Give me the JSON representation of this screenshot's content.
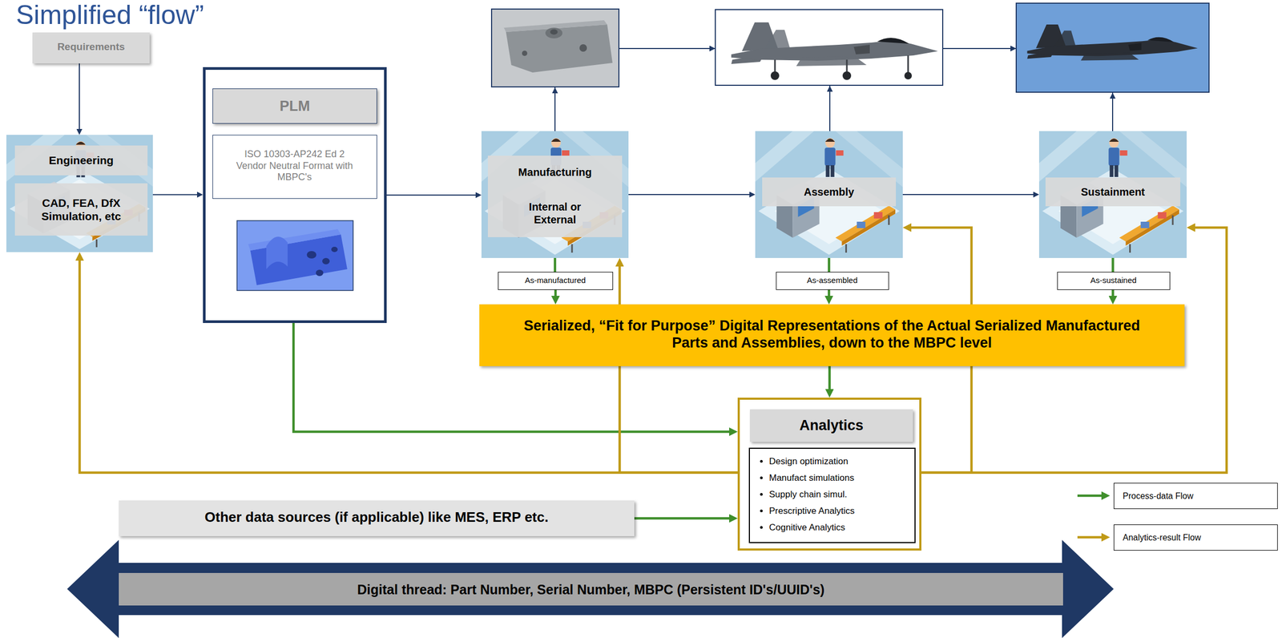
{
  "diagram": {
    "title": "Simplified “flow”",
    "nodes": [
      {
        "text": [
          "Requirements"
        ]
      },
      {
        "text": [
          "Engineering",
          "CAD, FEA, DfX Simulation, etc"
        ]
      },
      {
        "text": [
          "PLM"
        ]
      },
      {
        "text": [
          "ISO 10303-AP242 Ed 2 Vendor Neutral Format with MBPC's"
        ],
        "in": 2
      },
      {
        "text": [
          "Manufacturing",
          "Internal or External"
        ]
      },
      {
        "text": [
          "Assembly"
        ]
      },
      {
        "text": [
          "Sustainment"
        ]
      },
      {
        "text": [
          "As-manufactured"
        ]
      },
      {
        "text": [
          "As-assembled"
        ]
      },
      {
        "text": [
          "As-sustained"
        ]
      },
      {
        "text": [
          "Serialized, “Fit for Purpose” Digital Representations of the Actual Serialized Manufactured Parts and Assemblies, down to the MBPC level"
        ]
      },
      {
        "text": [
          "Analytics"
        ]
      },
      {
        "text": [
          "Design optimization",
          "Manufact simulations",
          "Supply chain simul.",
          "Prescriptive Analytics",
          "Cognitive Analytics"
        ],
        "in": 11
      },
      {
        "text": [
          "Other data sources (if applicable) like MES, ERP etc."
        ]
      },
      {
        "text": [
          "Digital thread: Part Number, Serial Number, MBPC (Persistent ID's/UUID's)"
        ]
      }
    ],
    "edges": [
      {
        "from": 0,
        "to": 1,
        "arrow": "to"
      },
      {
        "from": 1,
        "to": 2,
        "arrow": "to"
      },
      {
        "from": 2,
        "to": 4,
        "arrow": "to"
      },
      {
        "from": 4,
        "to": 5,
        "arrow": "to"
      },
      {
        "from": 5,
        "to": 6,
        "arrow": "to"
      },
      {
        "from": 4,
        "to": 7,
        "arrow": "none"
      },
      {
        "from": 7,
        "to": 10,
        "arrow": "to"
      },
      {
        "from": 5,
        "to": 8,
        "arrow": "none"
      },
      {
        "from": 8,
        "to": 10,
        "arrow": "to"
      },
      {
        "from": 6,
        "to": 9,
        "arrow": "none"
      },
      {
        "from": 9,
        "to": 10,
        "arrow": "to"
      },
      {
        "from": 10,
        "to": 11,
        "arrow": "to"
      },
      {
        "from": 2,
        "to": 11,
        "arrow": "to"
      },
      {
        "from": 13,
        "to": 11,
        "arrow": "to"
      },
      {
        "from": 11,
        "to": 1,
        "arrow": "to"
      },
      {
        "from": 11,
        "to": 4,
        "arrow": "to"
      },
      {
        "from": 11,
        "to": 5,
        "arrow": "to"
      },
      {
        "from": 11,
        "to": 6,
        "arrow": "to"
      }
    ],
    "legend": [
      {
        "text": "Process-data Flow"
      },
      {
        "text": "Analytics-result Flow"
      }
    ]
  }
}
